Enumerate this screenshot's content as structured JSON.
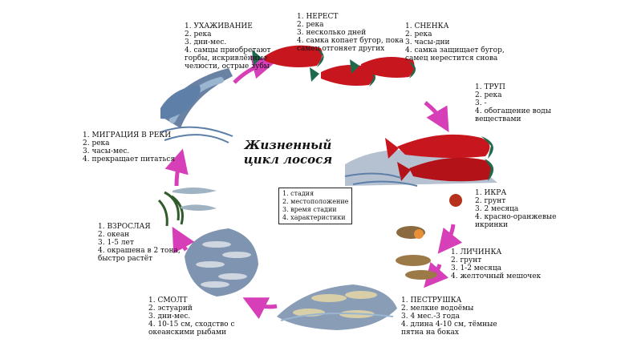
{
  "title_line1": "Жизненный",
  "title_line2": "цикл лосося",
  "legend": [
    "1. стадия",
    "2. местоположение",
    "3. время стадии",
    "4. характеристики"
  ],
  "stages": {
    "courtship": [
      "1. УХАЖИВАНИЕ",
      "2. река",
      "3. дни-мес.",
      "4. самцы приобретают",
      "горбы, искривлённые",
      "челюсти, острые зубы"
    ],
    "spawning": [
      "1. НЕРЕСТ",
      "2. река",
      "3. несколько дней",
      "4. самка копает бугор, пока",
      "самец отгоняет других"
    ],
    "redd": [
      "1. СНЕНКА",
      "2. река",
      "3. часы-дни",
      "4. самка защищает бугор,",
      "самец нерестится снова"
    ],
    "carcass": [
      "1. ТРУП",
      "2. река",
      "3. -",
      "4. обогащение воды",
      "веществами"
    ],
    "eggs": [
      "1. ИКРА",
      "2. грунт",
      "3. 2 месяца",
      "4. красно-оранжевые",
      "икринки"
    ],
    "alevin": [
      "1. ЛИЧИНКА",
      "2. грунт",
      "3. 1-2 месяца",
      "4. желточный мешочек"
    ],
    "fry": [
      "1. ПЕСТРУШКА",
      "2. мелкие водоёмы",
      "3. 4 мес.-3 года",
      "4. длина 4-10 см, тёмные",
      "пятна на боках"
    ],
    "smolt": [
      "1. СМОЛТ",
      "2. эстуарий",
      "3. дни-мес.",
      "4. 10-15 см, сходство с",
      "океанскими рыбами"
    ],
    "adult": [
      "1. ВЗРОСЛАЯ",
      "2. океан",
      "3. 1-5 лет",
      "4. окрашена в 2 тона,",
      "быстро растёт"
    ],
    "migration": [
      "1. МИГРАЦИЯ В РЕКИ",
      "2. река",
      "3. часы-мес.",
      "4. прекращает питаться"
    ]
  },
  "colors": {
    "arrow": "#d63fb8",
    "salmon_red": "#c8161e",
    "salmon_head": "#1f6a4c",
    "water": "#2a4d7c",
    "egg": "#b5311c"
  },
  "icons": [
    "salmon-courtship",
    "salmon-spawning",
    "salmon-carcass",
    "egg",
    "alevin",
    "fry",
    "smolt",
    "adult-salmon",
    "migration"
  ]
}
